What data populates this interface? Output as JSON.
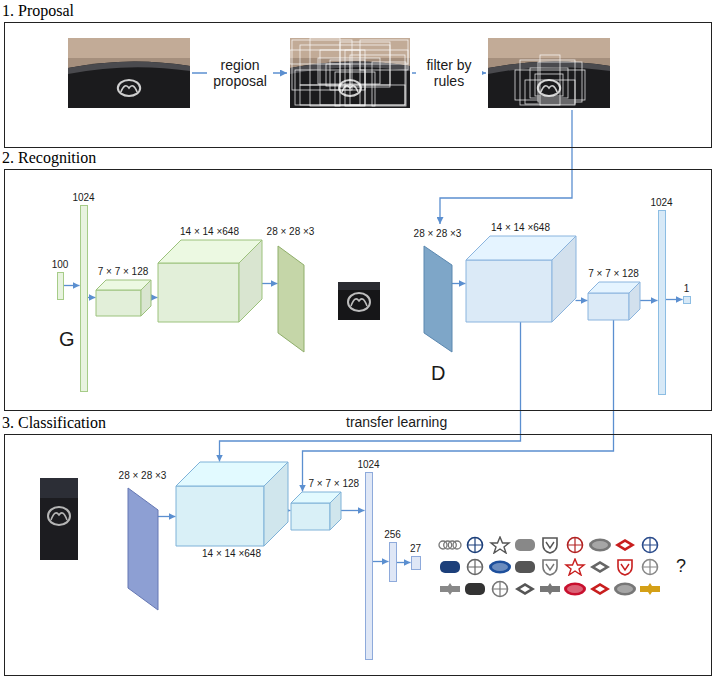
{
  "diagram": {
    "nodes": [
      {
        "text": [
          "1. Proposal"
        ]
      },
      {
        "text": [
          "2. Recognition"
        ]
      },
      {
        "text": [
          "100"
        ],
        "in": 1
      },
      {
        "text": [
          "1024"
        ],
        "in": 1
      },
      {
        "text": [
          "7 × 7 × 128"
        ],
        "in": 1
      },
      {
        "text": [
          "14 × 14 ×648"
        ],
        "in": 1
      },
      {
        "text": [
          "28 × 28 ×3"
        ],
        "in": 1
      },
      {
        "text": [
          "28 × 28 ×3"
        ],
        "in": 1
      },
      {
        "text": [
          "14 × 14 ×648"
        ],
        "in": 1
      },
      {
        "text": [
          "7 × 7 × 128"
        ],
        "in": 1
      },
      {
        "text": [
          "1024"
        ],
        "in": 1
      },
      {
        "text": [
          "1"
        ],
        "in": 1
      },
      {
        "text": [
          "3. Classification"
        ]
      },
      {
        "text": [
          "28 × 28 ×3"
        ],
        "in": 12
      },
      {
        "text": [
          "14 × 14 ×648"
        ],
        "in": 12
      },
      {
        "text": [
          "7 × 7 × 128"
        ],
        "in": 12
      },
      {
        "text": [
          "1024"
        ],
        "in": 12
      },
      {
        "text": [
          "256"
        ],
        "in": 12
      },
      {
        "text": [
          "27"
        ],
        "in": 12
      }
    ],
    "edges": [
      {
        "from": 2,
        "to": 3,
        "arrow": "to"
      },
      {
        "from": 3,
        "to": 4,
        "arrow": "to"
      },
      {
        "from": 4,
        "to": 5,
        "arrow": "to"
      },
      {
        "from": 5,
        "to": 6,
        "arrow": "to"
      },
      {
        "from": 7,
        "to": 8,
        "arrow": "to"
      },
      {
        "from": 8,
        "to": 9,
        "arrow": "to"
      },
      {
        "from": 9,
        "to": 10,
        "arrow": "to"
      },
      {
        "from": 10,
        "to": 11,
        "arrow": "to"
      },
      {
        "from": 8,
        "to": 14,
        "arrow": "to"
      },
      {
        "from": 9,
        "to": 15,
        "arrow": "to"
      },
      {
        "from": 13,
        "to": 14,
        "arrow": "to"
      },
      {
        "from": 14,
        "to": 15,
        "arrow": "to"
      },
      {
        "from": 15,
        "to": 16,
        "arrow": "to"
      },
      {
        "from": 16,
        "to": 17,
        "arrow": "to"
      },
      {
        "from": 17,
        "to": 18,
        "arrow": "to"
      }
    ],
    "labels": [
      "region proposal",
      "filter by rules",
      "G",
      "D",
      "transfer learning",
      "?"
    ]
  }
}
